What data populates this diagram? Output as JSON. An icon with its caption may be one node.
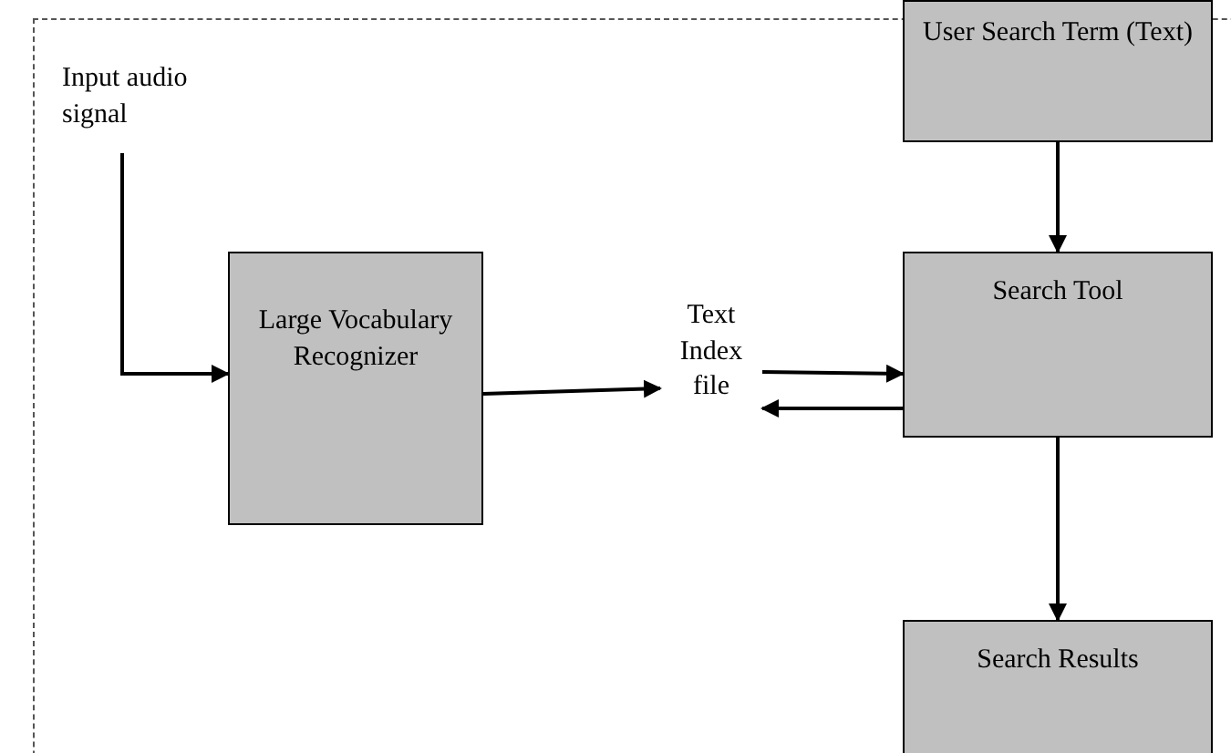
{
  "diagram": {
    "nodes": [
      {
        "text": [
          "Input audio signal"
        ]
      },
      {
        "text": [
          "Large Vocabulary Recognizer"
        ]
      },
      {
        "text": [
          "Text Index file"
        ]
      },
      {
        "text": [
          "User Search Term (Text)"
        ]
      },
      {
        "text": [
          "Search Tool"
        ]
      },
      {
        "text": [
          "Search Results"
        ]
      }
    ],
    "edges": [
      {
        "from": 0,
        "to": 1,
        "arrow": "to"
      },
      {
        "from": 1,
        "to": 2,
        "arrow": "to"
      },
      {
        "from": 2,
        "to": 4,
        "arrow": "to"
      },
      {
        "from": 4,
        "to": 2,
        "arrow": "to"
      },
      {
        "from": 3,
        "to": 4,
        "arrow": "to"
      },
      {
        "from": 4,
        "to": 5,
        "arrow": "to"
      }
    ]
  }
}
